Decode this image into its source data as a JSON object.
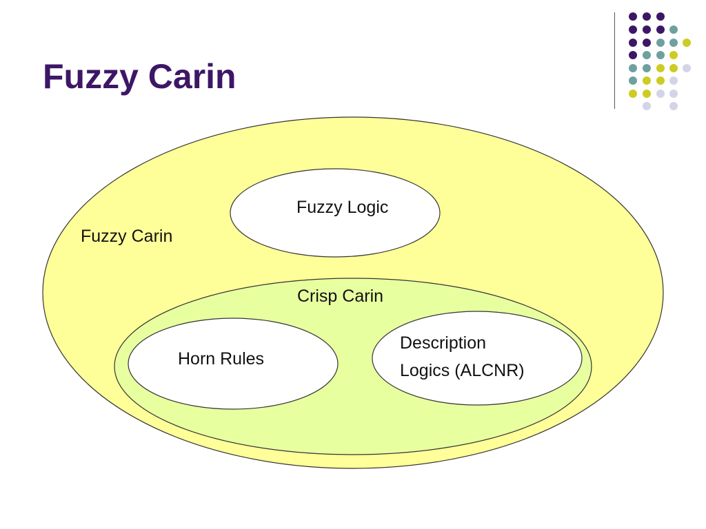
{
  "slide": {
    "title": "Fuzzy Carin"
  },
  "decoration": {
    "dot_colors": [
      "#3d1766",
      "#6fa0a0",
      "#cccc22",
      "#d4d4e8"
    ]
  },
  "diagram": {
    "outer": {
      "label": "Fuzzy Carin",
      "fill": "#ffff99"
    },
    "fuzzy_logic": {
      "label": "Fuzzy Logic",
      "fill": "#ffffff"
    },
    "crisp": {
      "label": "Crisp Carin",
      "fill": "#e8ffa0"
    },
    "horn_rules": {
      "label": "Horn Rules",
      "fill": "#ffffff"
    },
    "description_logics": {
      "line1": "Description",
      "line2": "Logics (ALCNR)",
      "fill": "#ffffff"
    }
  }
}
